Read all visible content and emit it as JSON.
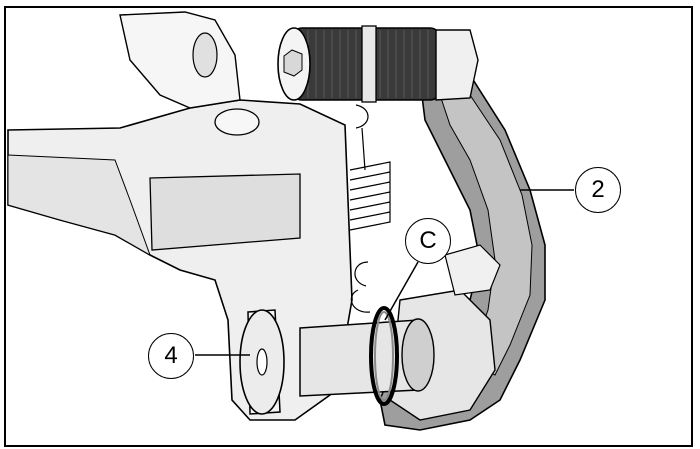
{
  "callouts": [
    {
      "id": "2",
      "label": "2"
    },
    {
      "id": "c",
      "label": "C"
    },
    {
      "id": "4",
      "label": "4"
    }
  ],
  "colors": {
    "outline": "#000000",
    "part_light": "#f2f2f2",
    "part_mid": "#d4d4d4",
    "part_dark": "#9a9a9a",
    "knob_dark": "#2a2a2a"
  }
}
